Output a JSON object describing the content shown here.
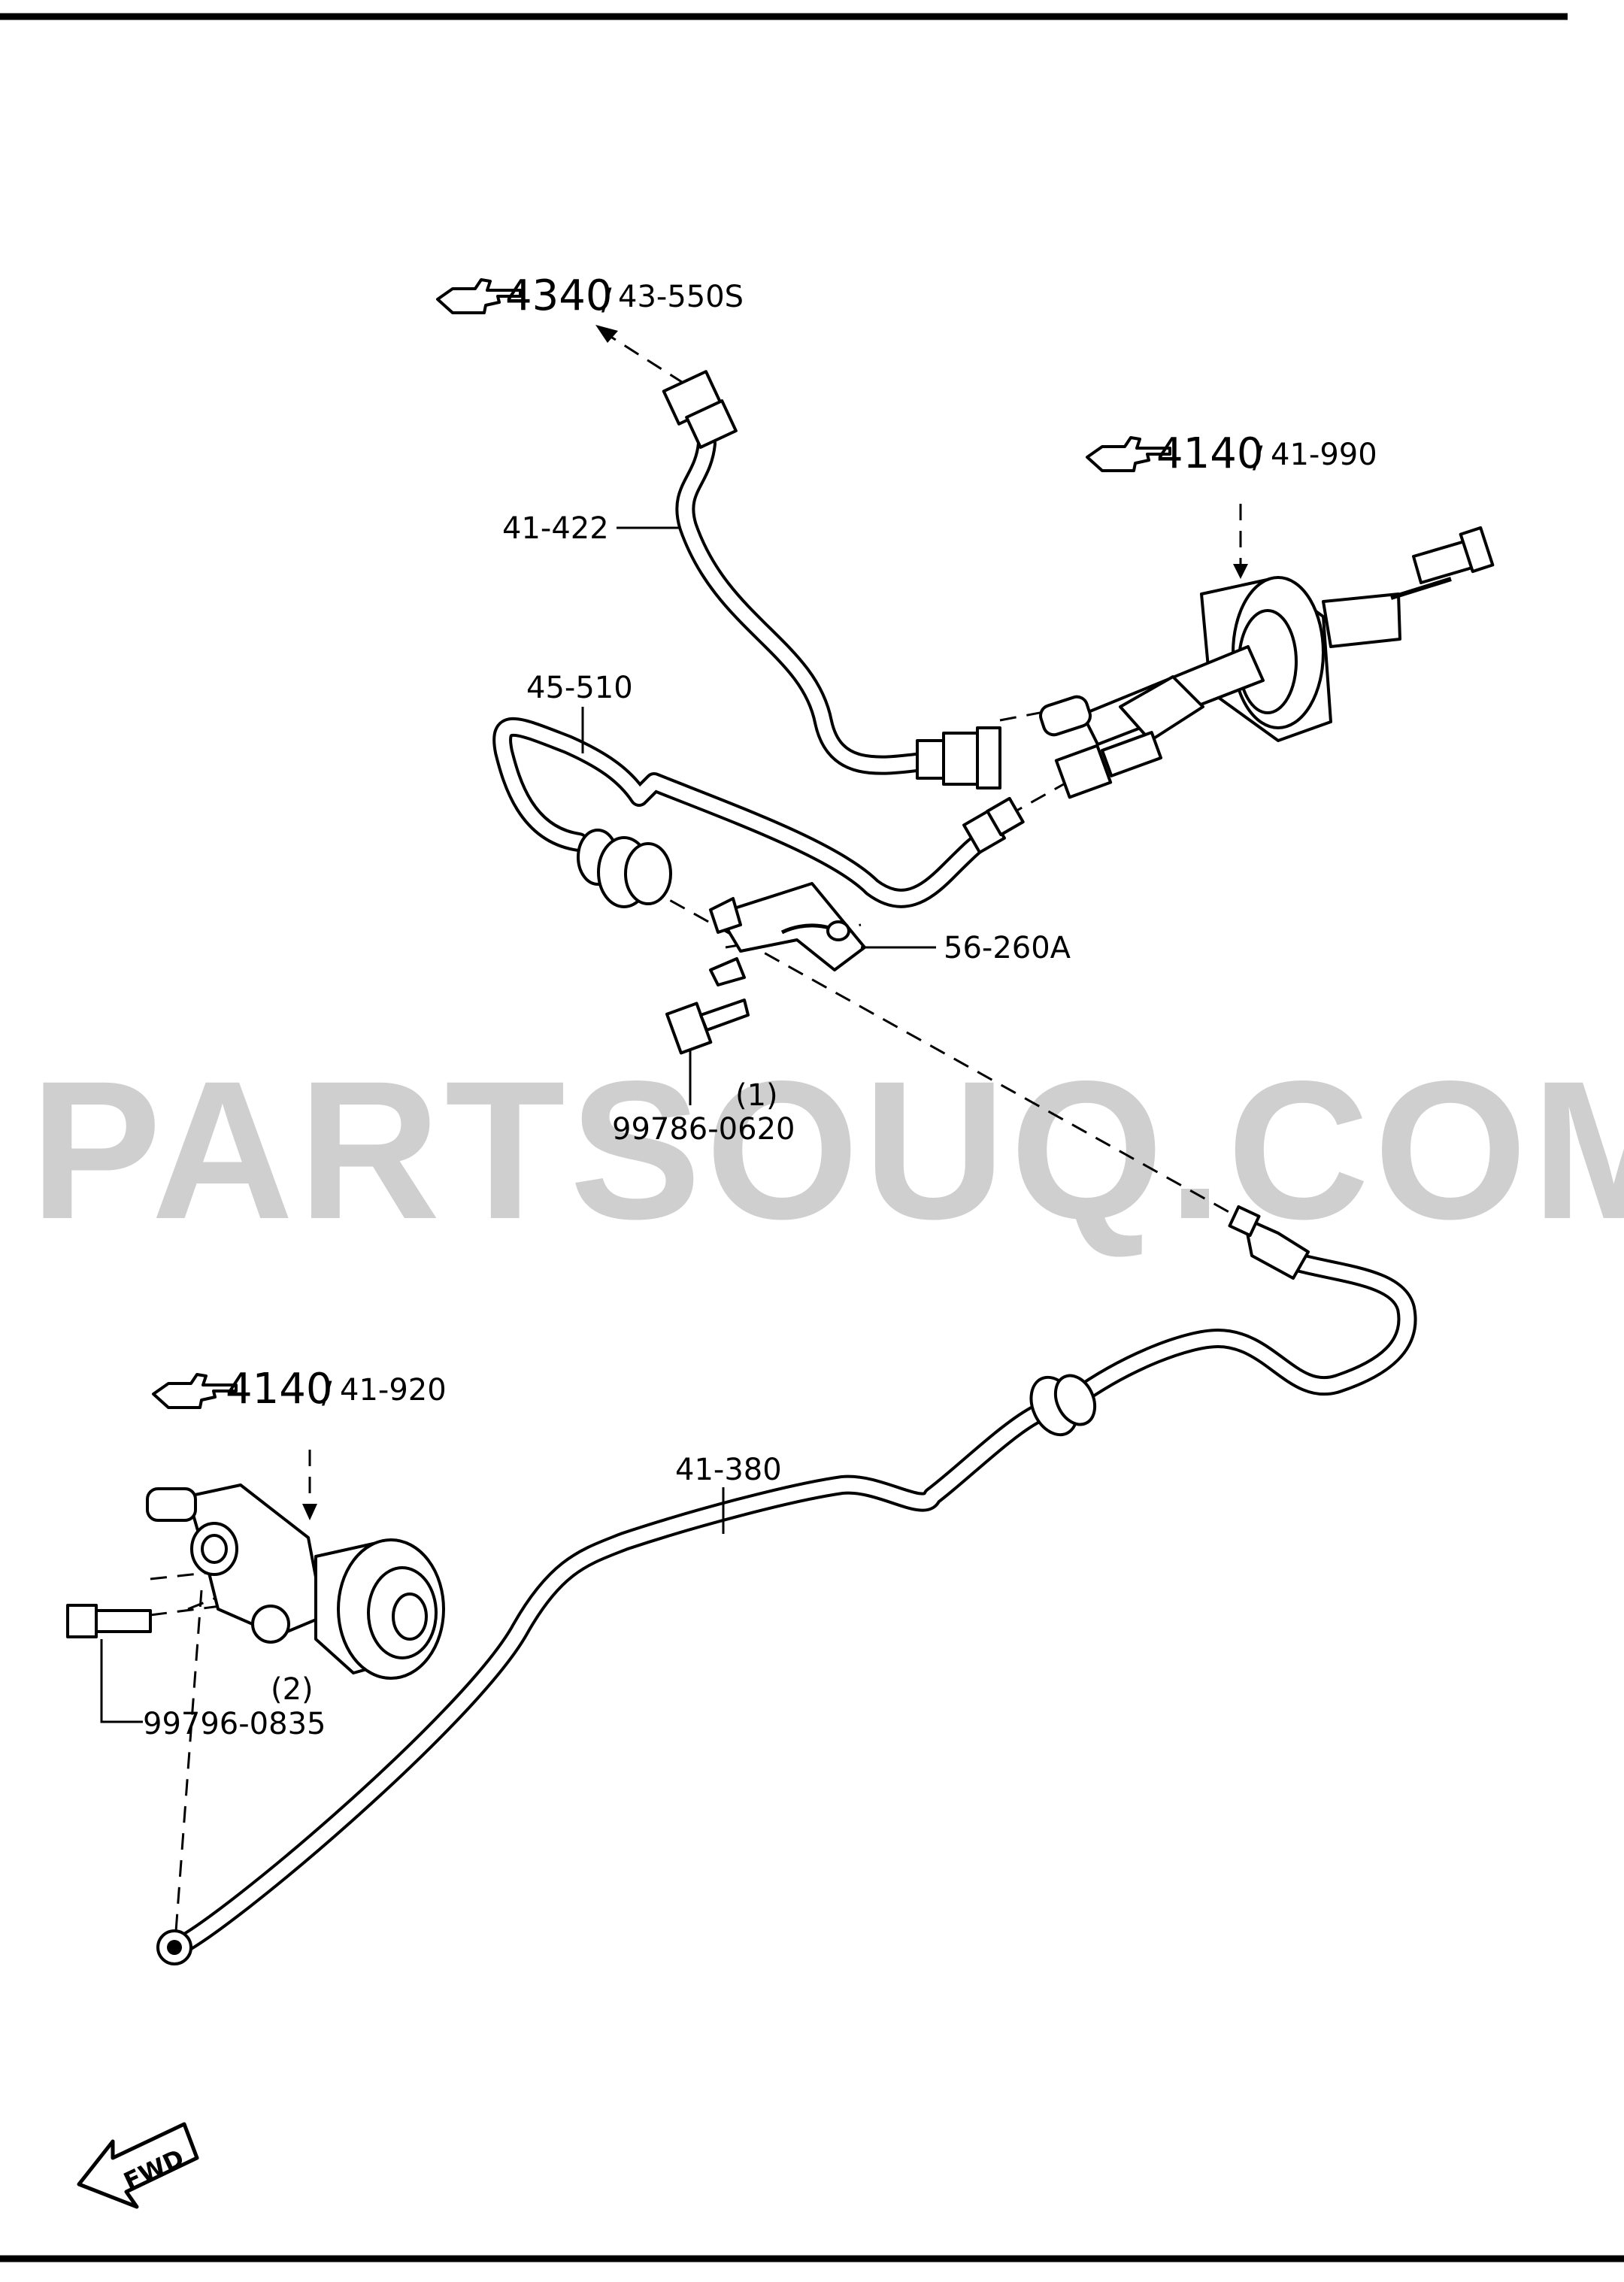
{
  "watermark": "PARTSOUQ.COM",
  "references": [
    {
      "main": "4340",
      "sub": "43-550S",
      "icon": "pointing-hand-icon"
    },
    {
      "main": "4140",
      "sub": "41-990",
      "icon": "pointing-hand-icon"
    },
    {
      "main": "4140",
      "sub": "41-920",
      "icon": "pointing-hand-icon"
    }
  ],
  "parts": {
    "p41422": "41-422",
    "p45510": "45-510",
    "p56260a": "56-260A",
    "p41380": "41-380",
    "bolt1": {
      "qty": "(1)",
      "number": "99786-0620"
    },
    "bolt2": {
      "qty": "(2)",
      "number": "99796-0835"
    }
  },
  "direction": {
    "label": "FWD",
    "icon": "forward-arrow-icon"
  }
}
